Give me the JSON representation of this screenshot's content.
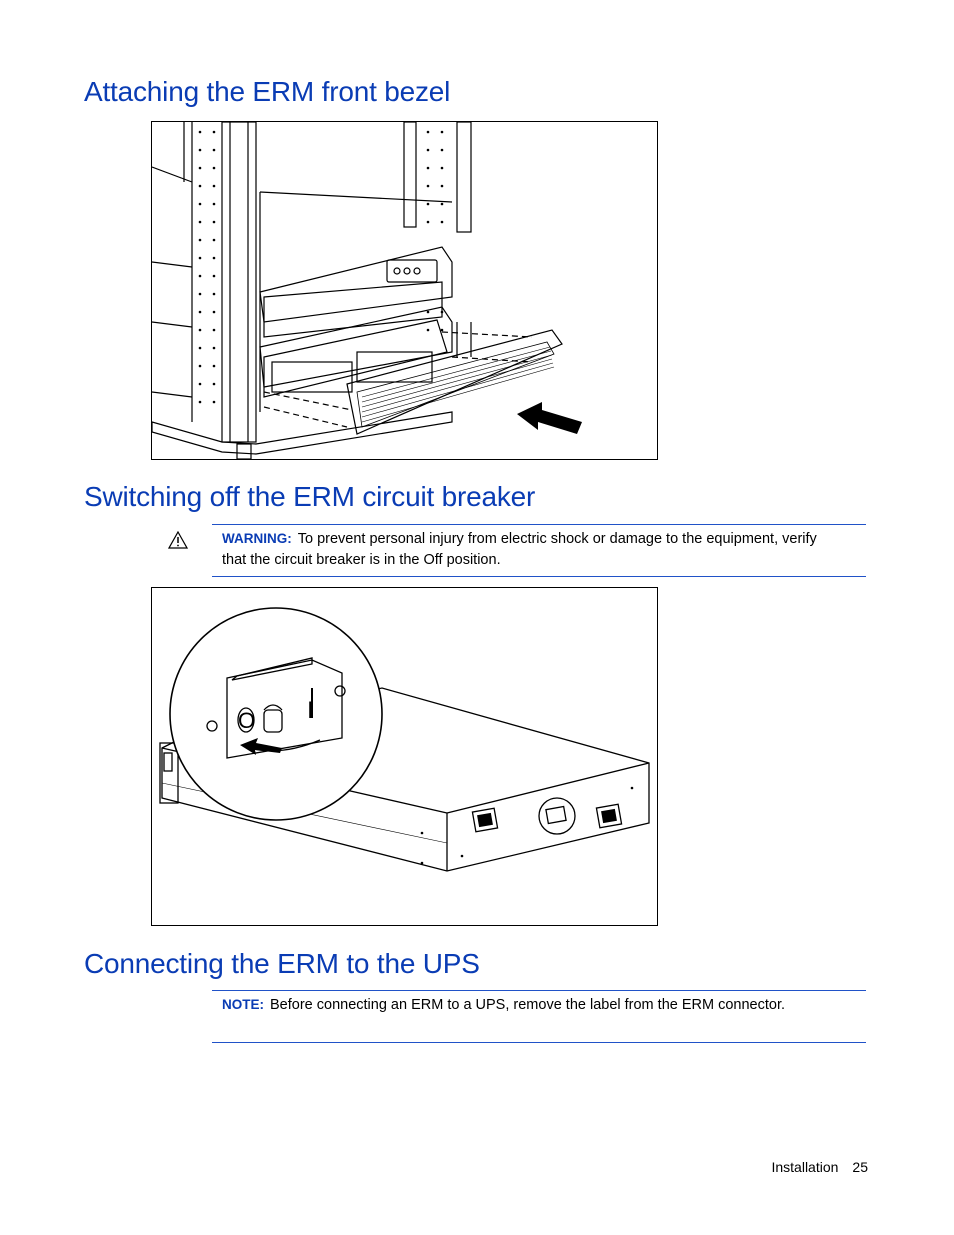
{
  "sections": [
    {
      "title": "Attaching the ERM front bezel"
    },
    {
      "title": "Switching off the ERM circuit breaker",
      "warning": {
        "label": "WARNING:",
        "text": "To prevent personal injury from electric shock or damage to the equipment, verify that the circuit breaker is in the Off position."
      }
    },
    {
      "title": "Connecting the ERM to the UPS",
      "note": {
        "label": "NOTE:",
        "text": "Before connecting an ERM to a UPS, remove the label from the ERM connector."
      }
    }
  ],
  "figures": {
    "breaker_switch_labels": {
      "off": "O",
      "on": "I"
    }
  },
  "footer": {
    "section": "Installation",
    "page": "25"
  },
  "colors": {
    "heading": "#0a3cb4",
    "rule": "#2052c8"
  }
}
